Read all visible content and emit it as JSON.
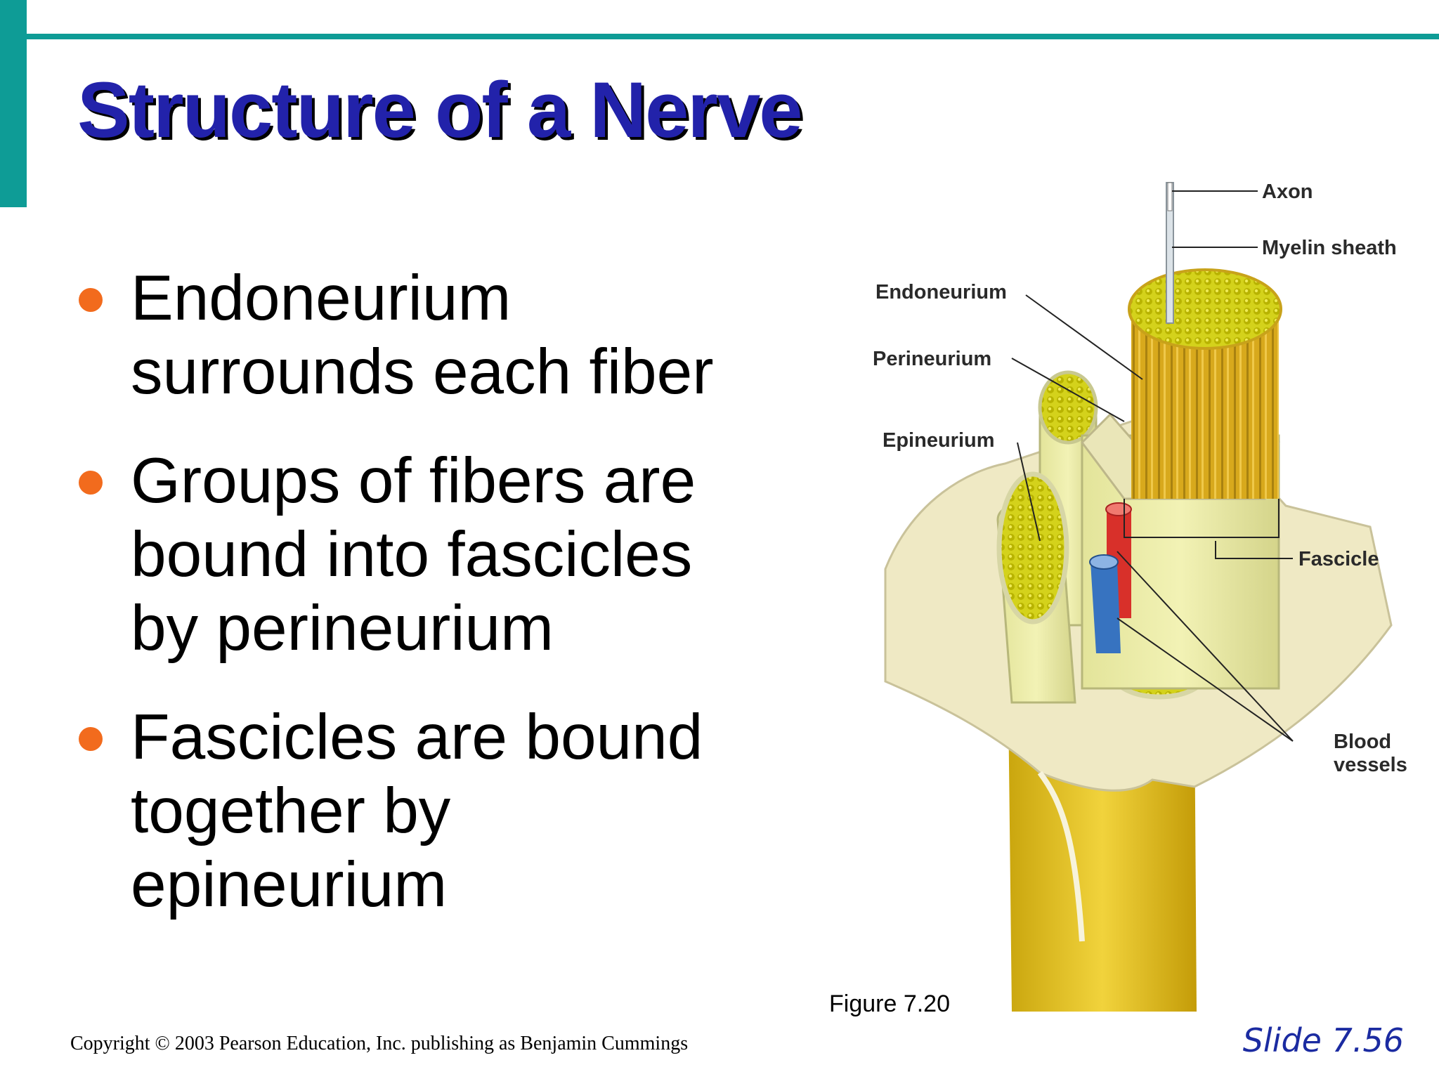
{
  "slide": {
    "title": "Structure of a Nerve",
    "bullets": [
      {
        "lines": [
          "Endoneurium",
          "surrounds each fiber"
        ]
      },
      {
        "lines": [
          "Groups of fibers are",
          "bound into fascicles",
          "by perineurium"
        ]
      },
      {
        "lines": [
          "Fascicles are bound",
          "together by",
          "epineurium"
        ]
      }
    ],
    "figure": {
      "labels": {
        "axon": "Axon",
        "myelin_sheath": "Myelin sheath",
        "endoneurium": "Endoneurium",
        "perineurium": "Perineurium",
        "epineurium": "Epineurium",
        "fascicle": "Fascicle",
        "blood_vessels_line1": "Blood",
        "blood_vessels_line2": "vessels"
      },
      "caption": "Figure 7.20"
    },
    "copyright": "Copyright © 2003 Pearson Education, Inc. publishing as Benjamin Cummings",
    "slide_number": "Slide 7.56"
  },
  "colors": {
    "accent": "#0e9c96",
    "title": "#2222aa",
    "bullet": "#f26b1d",
    "slide_number": "#1b2ba1"
  },
  "icons": [
    "bullet-dot-icon",
    "nerve-diagram-image"
  ]
}
